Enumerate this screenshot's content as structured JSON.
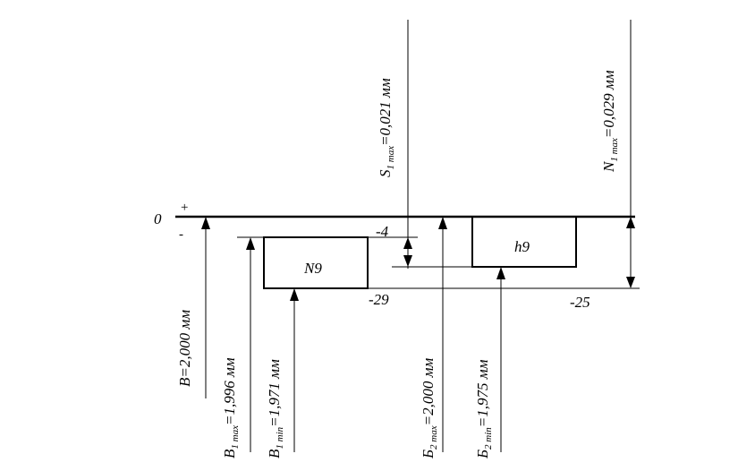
{
  "diagram": {
    "zero_label": "0",
    "plus_sign": "+",
    "minus_sign": "-",
    "hole_zone": {
      "name": "N9",
      "upper_deviation": "-4",
      "lower_deviation": "-29"
    },
    "shaft_zone": {
      "name": "h9",
      "upper_deviation": "0",
      "lower_deviation": "-25"
    },
    "labels": {
      "B_nominal": {
        "main": "B=2,000 мм"
      },
      "B1_max": {
        "letter": "B",
        "sub": "1 max",
        "value": "=1,996 мм"
      },
      "B1_min": {
        "letter": "B",
        "sub": "1 min",
        "value": "=1,971 мм"
      },
      "B2_max": {
        "letter": "Б",
        "sub": "2 max",
        "value": "=2,000 мм"
      },
      "B2_min": {
        "letter": "Б",
        "sub": "2 min",
        "value": "=1,975 мм"
      },
      "S1_max": {
        "letter": "S",
        "sub": "1 max",
        "value": "=0,021 мм"
      },
      "N1_max": {
        "letter": "N",
        "sub": "1 max",
        "value": "=0,029 мм"
      }
    }
  }
}
